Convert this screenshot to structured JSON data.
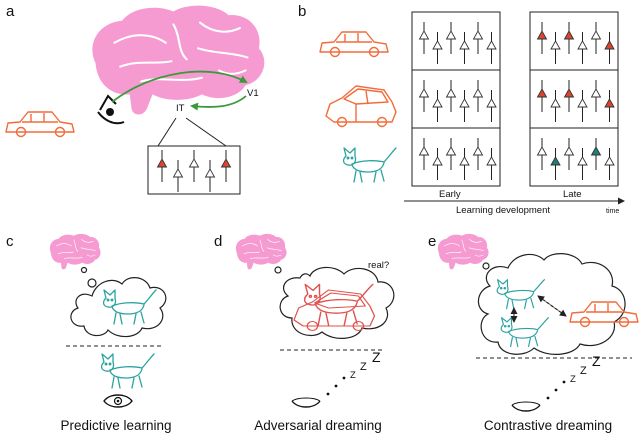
{
  "panels": {
    "a": {
      "label": "a",
      "region_v1": "V1",
      "region_it": "IT"
    },
    "b": {
      "label": "b",
      "col_early": "Early",
      "col_late": "Late",
      "axis_label": "Learning development",
      "axis_unit": "time"
    },
    "c": {
      "label": "c",
      "caption": "Predictive learning"
    },
    "d": {
      "label": "d",
      "caption": "Adversarial dreaming",
      "question": "real?"
    },
    "e": {
      "label": "e",
      "caption": "Contrastive dreaming"
    }
  },
  "sleep_letters": "Z",
  "colors": {
    "brain": "#f59bd2",
    "car": "#f26b3a",
    "cat": "#2aa3a0",
    "arrow": "#3a9a3a",
    "neuron_red": "#d9452e",
    "neuron_teal": "#1f7d7a",
    "neuron_grey": "#555555"
  },
  "neuron_grid": {
    "early": [
      [
        "g",
        "g",
        "g",
        "g",
        "g",
        "g"
      ],
      [
        "g",
        "g",
        "g",
        "g",
        "g",
        "g"
      ],
      [
        "g",
        "g",
        "g",
        "g",
        "g",
        "g"
      ]
    ],
    "late": [
      [
        "r",
        "g",
        "r",
        "g",
        "g",
        "r"
      ],
      [
        "r",
        "g",
        "r",
        "g",
        "g",
        "r"
      ],
      [
        "g",
        "t",
        "g",
        "g",
        "t",
        "g"
      ]
    ]
  },
  "it_inset": [
    "r",
    "g",
    "g",
    "g",
    "r"
  ]
}
